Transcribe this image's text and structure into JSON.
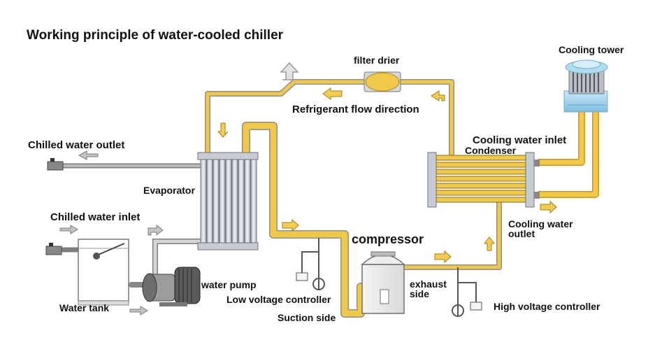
{
  "title": "Working principle of water-cooled chiller",
  "labels": {
    "filter_drier": "filter drier",
    "cooling_tower": "Cooling tower",
    "refrigerant_flow": "Refrigerant flow direction",
    "chilled_water_outlet": "Chilled water outlet",
    "cooling_water_inlet": "Cooling water inlet",
    "condenser": "Condenser",
    "evaporator": "Evaporator",
    "chilled_water_inlet": "Chilled water inlet",
    "cooling_water_outlet_1": "Cooling water",
    "cooling_water_outlet_2": "outlet",
    "compressor": "compressor",
    "water_pump": "water pump",
    "exhaust_1": "exhaust",
    "exhaust_2": "side",
    "low_voltage": "Low voltage controller",
    "high_voltage": "High voltage controller",
    "water_tank": "Water tank",
    "suction_side": "Suction side"
  },
  "colors": {
    "refrigerant_pipe": "#f0c84a",
    "pipe_outline": "#9a9a9a",
    "water_pipe": "#a8a8a8",
    "arrow_fill": "#f3cd4f",
    "tower_top": "#9fd3ec",
    "evaporator_tube": "#d8dde6"
  }
}
